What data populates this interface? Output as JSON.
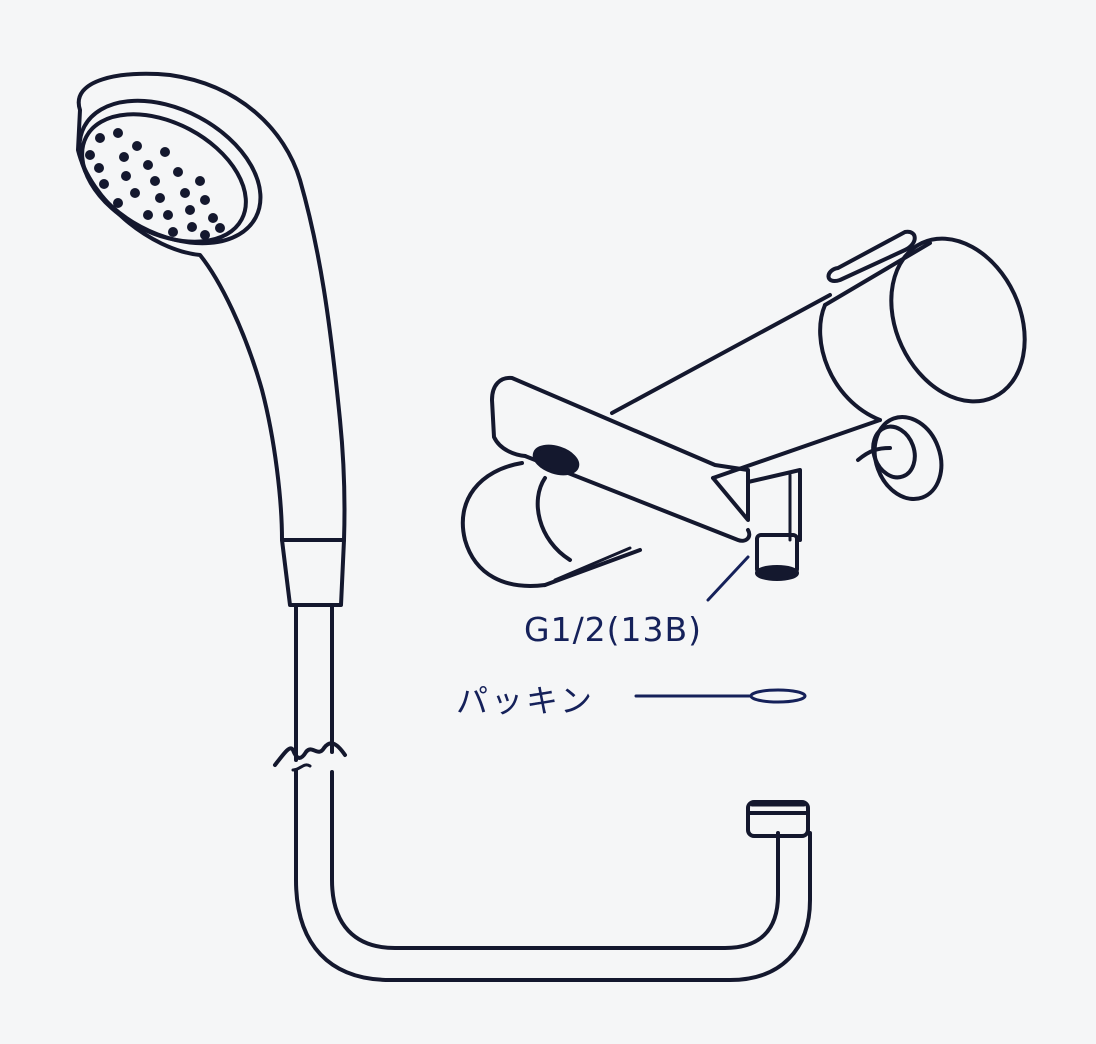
{
  "diagram": {
    "type": "product-parts-illustration",
    "background_color": "#f5f6f7",
    "line_color": "#14182e",
    "label_color": "#15215a",
    "components": [
      {
        "id": "shower-head",
        "name": "Shower head (handheld)"
      },
      {
        "id": "shower-hose",
        "name": "Shower hose"
      },
      {
        "id": "faucet",
        "name": "Thermostatic mixing faucet"
      },
      {
        "id": "hose-outlet",
        "name": "Faucet hose outlet"
      },
      {
        "id": "gasket",
        "name": "Gasket (packing)"
      },
      {
        "id": "hose-nut",
        "name": "Hose connection nut"
      }
    ],
    "labels": {
      "thread_spec": "G1/2(13B)",
      "gasket": "パッキン"
    }
  }
}
